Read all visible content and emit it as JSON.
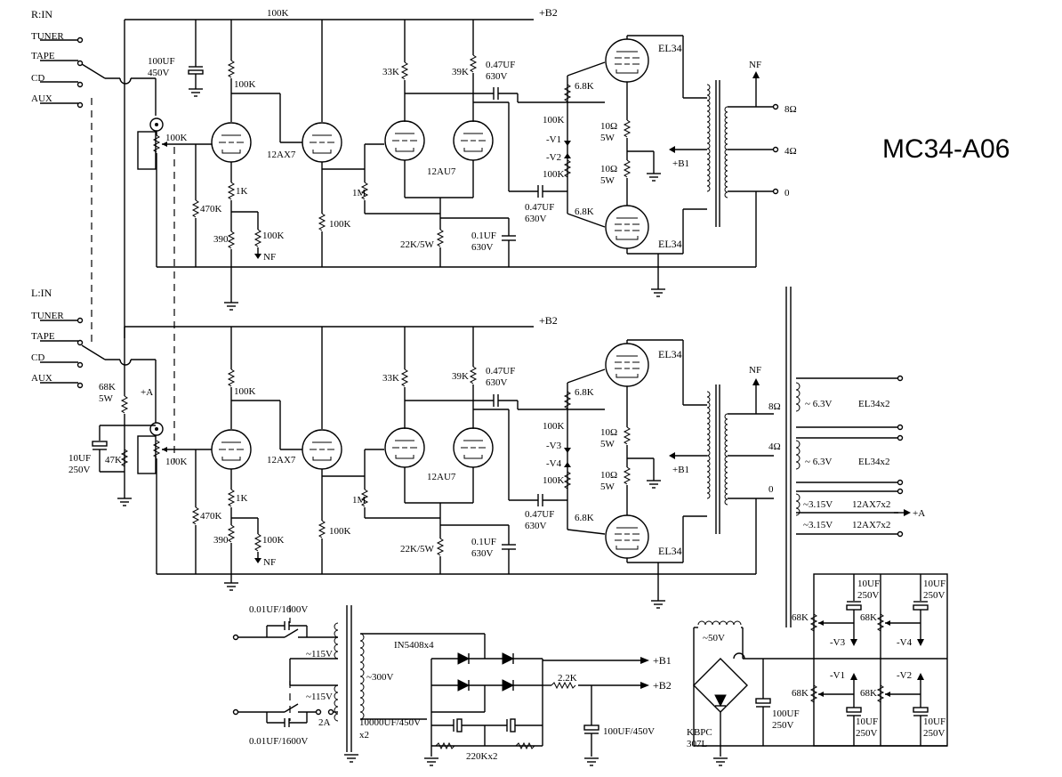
{
  "title": "MC34-A06",
  "rails": {
    "b2": "+B2",
    "b1": "+B1",
    "a": "+A",
    "nf": "NF"
  },
  "inputs": {
    "r_in": "R:IN",
    "l_in": "L:IN",
    "sources": [
      "TUNER",
      "TAPE",
      "CD",
      "AUX"
    ]
  },
  "tubes": {
    "driver": "12AX7",
    "phase": "12AU7",
    "output": "EL34"
  },
  "labels_top": {
    "r100k_top": "100K",
    "cap_in": "100UF",
    "cap_in_v": "450V",
    "vol": "100K",
    "rp1": "100K",
    "rk1": "1K",
    "rg": "470K",
    "rk2": "390",
    "rnf": "100K",
    "rk3": "100K",
    "rg2": "1M",
    "ra1": "33K",
    "ra2": "39K",
    "cc1": "0.47UF",
    "cc1v": "630V",
    "cc2": "0.47UF",
    "cc2v": "630V",
    "rtail": "22K/5W",
    "ctail": "0.1UF",
    "ctailv": "630V",
    "rs1": "6.8K",
    "rbias1": "100K",
    "v1": "-V1",
    "v2": "-V2",
    "rbias2": "100K",
    "rs2": "6.8K",
    "rk_a": "10Ω",
    "rk_aw": "5W",
    "rk_b": "10Ω",
    "rk_bw": "5W",
    "tap8": "8Ω",
    "tap4": "4Ω",
    "tap0": "0"
  },
  "labels_bottom": {
    "r100k": "100K",
    "rplate": "68K",
    "rplate_w": "5W",
    "c10": "10UF",
    "c10v": "250V",
    "r47": "47K",
    "vol": "100K",
    "rk1": "1K",
    "rg": "470K",
    "rk2": "390",
    "rnf": "100K",
    "rk3": "100K",
    "rg2": "1M",
    "ra1": "33K",
    "ra2": "39K",
    "cc1": "0.47UF",
    "cc1v": "630V",
    "cc2": "0.47UF",
    "cc2v": "630V",
    "rtail": "22K/5W",
    "ctail": "0.1UF",
    "ctailv": "630V",
    "rs1": "6.8K",
    "rbias1": "100K",
    "v3": "-V3",
    "v4": "-V4",
    "rbias2": "100K",
    "rs2": "6.8K",
    "rk_a": "10Ω",
    "rk_aw": "5W",
    "rk_b": "10Ω",
    "rk_bw": "5W",
    "tap8": "8Ω",
    "tap4": "4Ω",
    "tap0": "0",
    "b1": "+B1"
  },
  "heaters": [
    {
      "volt": "6.3V",
      "load": "EL34x2"
    },
    {
      "volt": "6.3V",
      "load": "EL34x2"
    },
    {
      "volt": "3.15V",
      "load": "12AX7x2"
    },
    {
      "volt": "3.15V",
      "load": "12AX7x2"
    }
  ],
  "psu": {
    "c_top": "0.01UF/1600V",
    "c_bot": "0.01UF/1600V",
    "p1": "115V",
    "p2": "115V",
    "fuse": "2A",
    "sec": "300V",
    "diodes": "IN5408x4",
    "r22": "2.2K",
    "cfilt": "10000UF/450V",
    "cx2": "x2",
    "rbleed": "220Kx2",
    "c100": "100UF/450V"
  },
  "bias": {
    "sec": "50V",
    "bridge": "KBPC",
    "bridge2": "307L",
    "cmain": "100UF",
    "cmainv": "250V",
    "pots": [
      "68K",
      "68K",
      "68K",
      "68K"
    ],
    "caps": [
      "10UF",
      "10UF",
      "10UF",
      "10UF"
    ],
    "capsv": [
      "250V",
      "250V",
      "250V",
      "250V"
    ],
    "outs": [
      "-V3",
      "-V4",
      "-V1",
      "-V2"
    ]
  }
}
